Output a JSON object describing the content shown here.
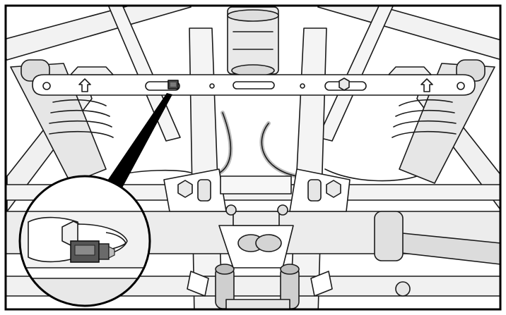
{
  "figure": {
    "subject": "technical-line-drawing",
    "style": "grayscale-shaded-illustration",
    "colors": {
      "background": "#ffffff",
      "frame": "#000000",
      "shade": "#e3e3e3",
      "dark_shade": "#cfcfcf",
      "line": "#1a1a1a",
      "connector": "#3a3a3a"
    },
    "callout": {
      "kind": "magnified-detail-circle",
      "icon": "connector-detail-icon"
    },
    "arrows": [
      "up-arrow-icon",
      "up-arrow-icon"
    ]
  }
}
